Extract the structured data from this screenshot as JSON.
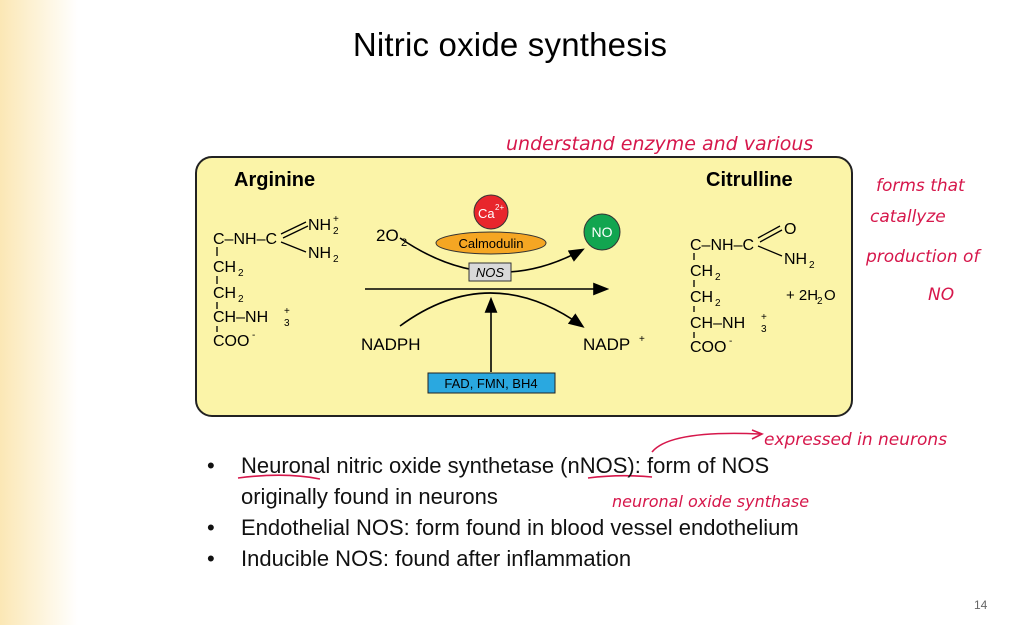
{
  "slide": {
    "title": "Nitric oxide synthesis",
    "page_number": "14"
  },
  "diagram": {
    "arginine_label": "Arginine",
    "citrulline_label": "Citrulline",
    "ca_label": "Ca",
    "ca_charge": "2+",
    "calmodulin_label": "Calmodulin",
    "nos_label": "NOS",
    "no_label": "NO",
    "o2": {
      "coef": "2O",
      "sub": "2"
    },
    "nadph_label": "NADPH",
    "nadp_label": "NADP",
    "nadp_charge": "+",
    "water": {
      "text": "+ 2H",
      "sub": "2",
      "tail": "O"
    },
    "cofactors_label": "FAD, FMN, BH4",
    "colors": {
      "panel_bg": "#fbf4a8",
      "ca_red": "#e8262c",
      "no_green": "#12a550",
      "calmodulin_orange": "#f5a623",
      "nos_box": "#d9d9d9",
      "cofactor_blue": "#2aa8e0",
      "annotation_red": "#d6174b"
    }
  },
  "bullets": [
    {
      "prefix": "Neuronal nitric oxide synthetase (",
      "abbr": "nNOS",
      "suffix": "): form of NOS originally found in neurons"
    },
    {
      "text": "Endothelial NOS:  form found in blood vessel endothelium"
    },
    {
      "text": "Inducible NOS: found after inflammation"
    }
  ],
  "annotations": {
    "line1": "understand enzyme and various",
    "line2": "forms that",
    "line3": "catallyze",
    "line4": "production of",
    "line5": "NO",
    "expressed": "expressed in neurons",
    "nnos_expand": "neuronal oxide synthase"
  }
}
